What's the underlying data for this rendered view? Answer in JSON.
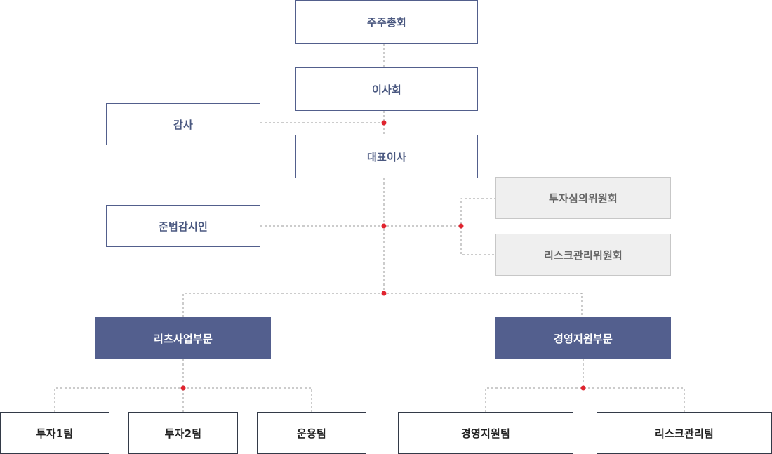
{
  "org": {
    "shareholders": "주주총회",
    "board": "이사회",
    "audit": "감사",
    "ceo": "대표이사",
    "compliance": "준법감시인",
    "committees": [
      "투자심의위원회",
      "리스크관리위원회"
    ],
    "divisions": [
      "리츠사업부문",
      "경영지원부문"
    ],
    "reits_teams": [
      "투자1팀",
      "투자2팀",
      "운용팀"
    ],
    "support_teams": [
      "경영지원팀",
      "리스크관리팀"
    ]
  },
  "colors": {
    "accent": "#535f8e",
    "text_accent": "#4a5880",
    "connector": "#9a9a9a",
    "node_dot": "#e0242f",
    "committee_bg": "#efefef"
  }
}
